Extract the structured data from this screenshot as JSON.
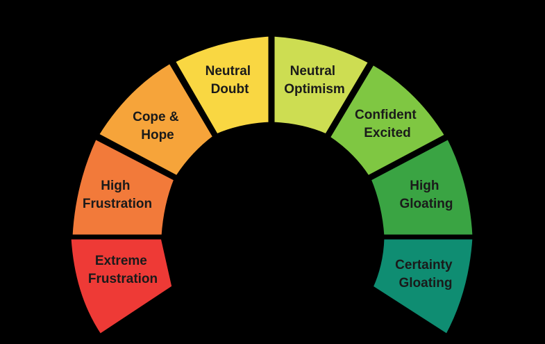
{
  "gauge": {
    "segments": [
      {
        "id": "extreme-frustration",
        "line1": "Extreme",
        "line2": "Frustration",
        "color": "#ee3a36"
      },
      {
        "id": "high-frustration",
        "line1": "High",
        "line2": "Frustration",
        "color": "#f27a3a"
      },
      {
        "id": "cope-hope",
        "line1": "Cope &",
        "line2": "Hope",
        "color": "#f6a43a"
      },
      {
        "id": "neutral-doubt",
        "line1": "Neutral",
        "line2": "Doubt",
        "color": "#f9d742"
      },
      {
        "id": "neutral-optimism",
        "line1": "Neutral",
        "line2": "Optimism",
        "color": "#cddd52"
      },
      {
        "id": "confident-excited",
        "line1": "Confident",
        "line2": "Excited",
        "color": "#7fc742"
      },
      {
        "id": "high-gloating",
        "line1": "High",
        "line2": "Gloating",
        "color": "#3aa443"
      },
      {
        "id": "certainty-gloating",
        "line1": "Certainty",
        "line2": "Gloating",
        "color": "#0f8d72"
      }
    ]
  }
}
